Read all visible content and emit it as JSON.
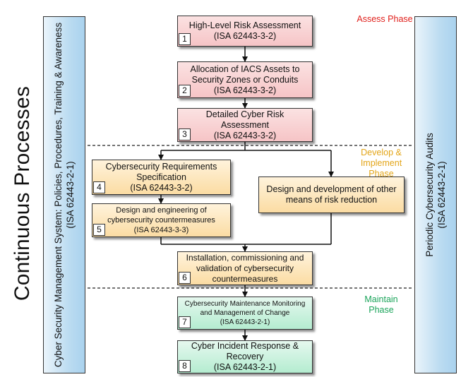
{
  "left_title": "Continuous Processes",
  "left_panel": {
    "line1": "Cyber Security Management System: Policies, Procedures, Training & Awareness",
    "line2": "(ISA 62443-2-1)"
  },
  "right_panel": {
    "line1": "Periodic Cybersecurity Audits",
    "line2": "(ISA 62443-2-1)"
  },
  "phases": {
    "assess": {
      "label": "Assess Phase",
      "color": "#e0201c"
    },
    "develop": {
      "line1": "Develop &",
      "line2": "Implement",
      "line3": "Phase",
      "color": "#e3a518"
    },
    "maintain": {
      "line1": "Maintain",
      "line2": "Phase",
      "color": "#1aa45a"
    }
  },
  "boxes": [
    {
      "num": "1",
      "lines": [
        "High-Level Risk Assessment",
        "(ISA 62443-3-2)"
      ]
    },
    {
      "num": "2",
      "lines": [
        "Allocation of IACS Assets to",
        "Security Zones or Conduits",
        "(ISA 62443-3-2)"
      ]
    },
    {
      "num": "3",
      "lines": [
        "Detailed Cyber Risk",
        "Assessment",
        "(ISA 62443-3-2)"
      ]
    },
    {
      "num": "4",
      "lines": [
        "Cybersecurity Requirements",
        "Specification",
        "(ISA 62443-3-2)"
      ]
    },
    {
      "num": "5",
      "lines": [
        "Design and engineering of",
        "cybersecurity countermeasures",
        "(ISA 62443-3-3)"
      ]
    },
    {
      "num": "",
      "lines": [
        "Design and development of other",
        "means of risk reduction"
      ]
    },
    {
      "num": "6",
      "lines": [
        "Installation, commissioning and",
        "validation of cybersecurity",
        "countermeasures"
      ]
    },
    {
      "num": "7",
      "lines": [
        "Cybersecurity Maintenance Monitoring",
        "and Management of Change",
        "(ISA 62443-2-1)"
      ]
    },
    {
      "num": "8",
      "lines": [
        "Cyber Incident Response &",
        "Recovery",
        "(ISA 62443-2-1)"
      ]
    }
  ]
}
